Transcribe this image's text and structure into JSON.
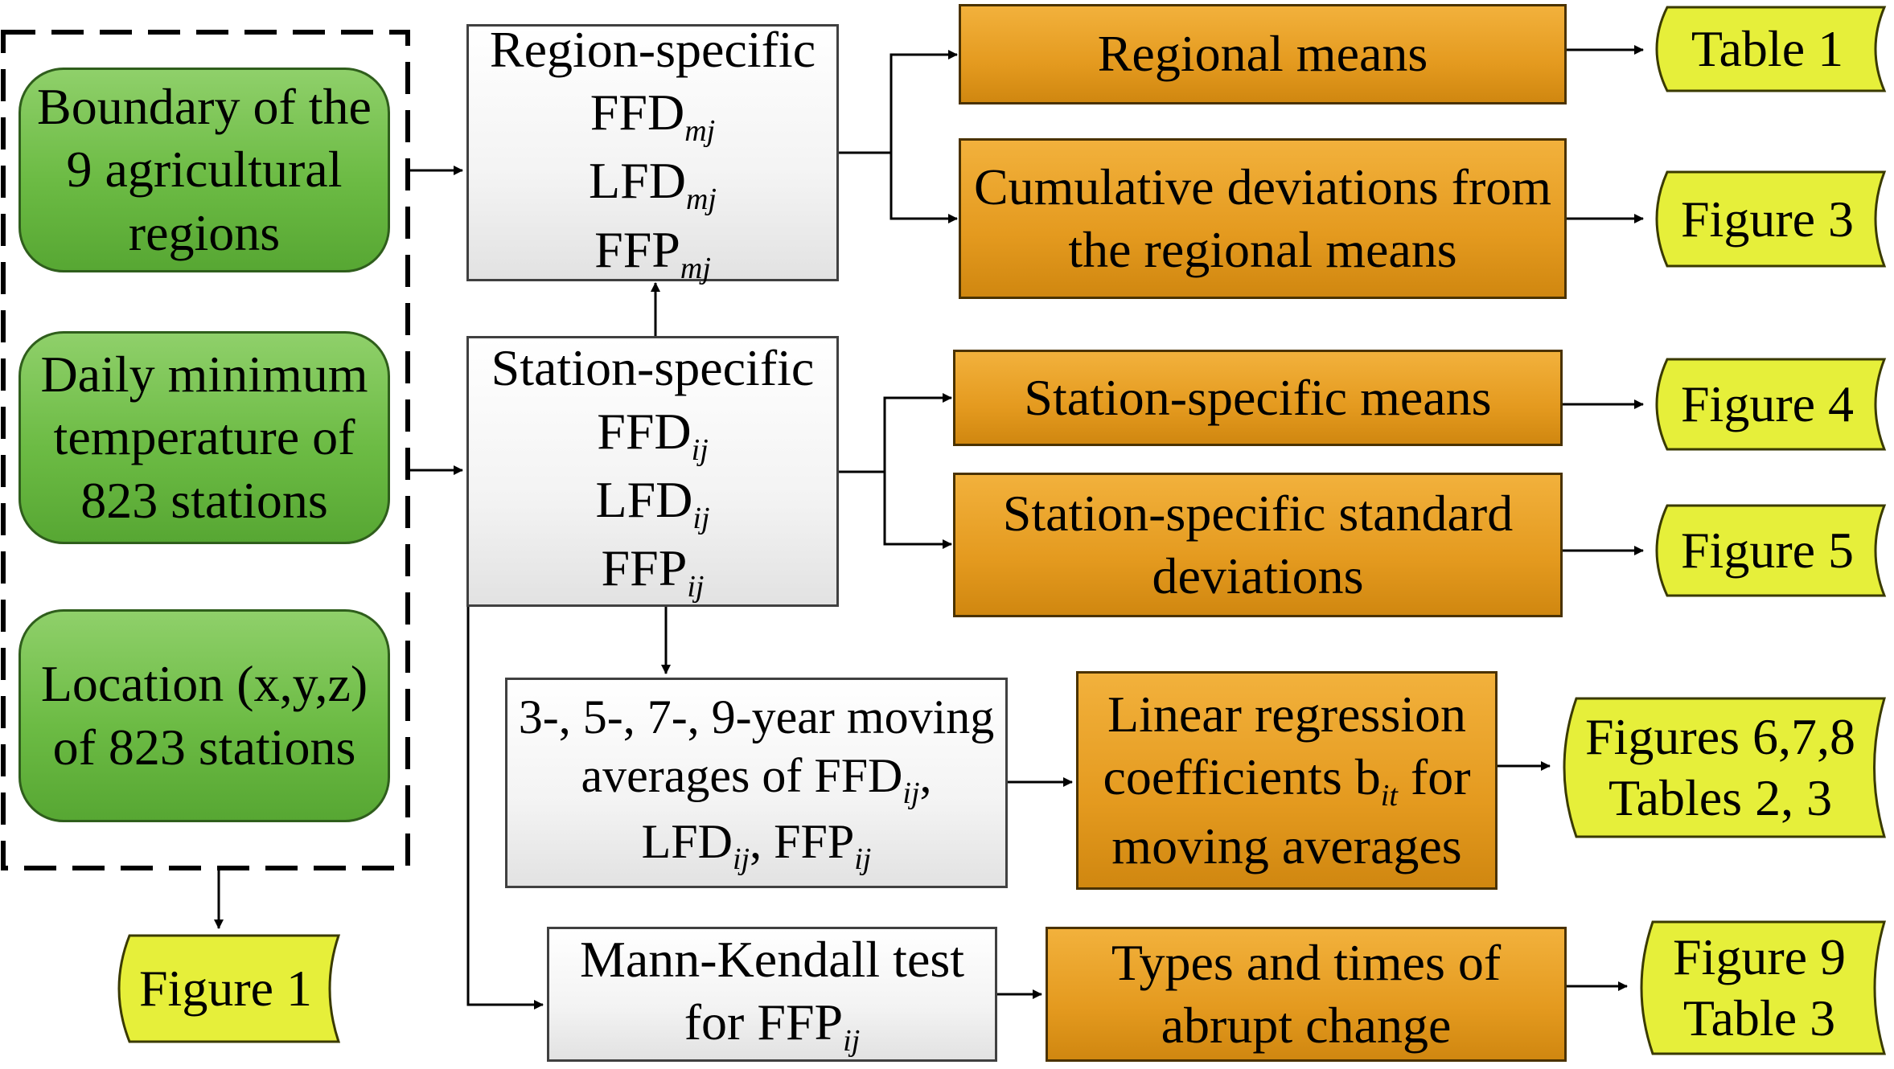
{
  "inputs": {
    "boundary": [
      "Boundary of the",
      "9 agricultural",
      "regions"
    ],
    "daily_min_temp": [
      "Daily minimum",
      "temperature of",
      "823 stations"
    ],
    "location": [
      "Location (x,y,z)",
      "of 823 stations"
    ]
  },
  "outputs": {
    "figure1": "Figure 1",
    "table1": "Table 1",
    "figure3": "Figure 3",
    "figure4": "Figure 4",
    "figure5": "Figure 5",
    "figures678": [
      "Figures 6,7,8",
      "Tables 2, 3"
    ],
    "figure9": [
      "Figure 9",
      "Table 3"
    ]
  },
  "region_specific": {
    "title": "Region-specific",
    "items": [
      {
        "base": "FFD",
        "sub": "mj"
      },
      {
        "base": "LFD",
        "sub": "mj"
      },
      {
        "base": "FFP",
        "sub": "mj"
      }
    ]
  },
  "station_specific": {
    "title": "Station-specific",
    "items": [
      {
        "base": "FFD",
        "sub": "ij"
      },
      {
        "base": "LFD",
        "sub": "ij"
      },
      {
        "base": "FFP",
        "sub": "ij"
      }
    ]
  },
  "moving_averages": {
    "line1": "3-, 5-, 7-, 9-year moving",
    "line2_text": "averages of FFD",
    "line2_sub": "ij",
    "line2_end": ",",
    "line3_a": "LFD",
    "line3_a_sub": "ij",
    "line3_sep": ", FFP",
    "line3_b_sub": "ij"
  },
  "mann_kendall": {
    "line1": "Mann-Kendall test",
    "line2_text": "for FFP",
    "line2_sub": "ij"
  },
  "results": {
    "regional_means": "Regional means",
    "cumulative": [
      "Cumulative deviations from",
      "the regional means"
    ],
    "station_means": "Station-specific means",
    "station_sd": [
      "Station-specific standard",
      "deviations"
    ],
    "linear_regression": {
      "line1": "Linear regression",
      "line2_text": "coefficients b",
      "line2_sub": "it",
      "line2_end": " for",
      "line3": "moving averages"
    },
    "abrupt_change": [
      "Types and times of",
      "abrupt change"
    ]
  }
}
